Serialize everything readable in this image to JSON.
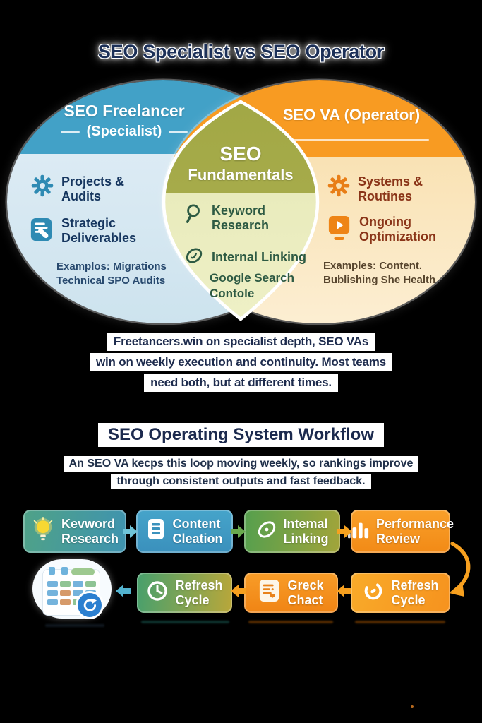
{
  "title": "SEO Specialist vs SEO Operator",
  "venn": {
    "left": {
      "title": "SEO Freelancer",
      "subtitle": "(Specialist)",
      "items": [
        {
          "icon": "gear-icon",
          "label": "Projects &\nAudits"
        },
        {
          "icon": "notes-pencil-icon",
          "label": "Strategic\nDeliverables"
        }
      ],
      "examples": "Examplos: Migrations\nTechnical SPO Audits",
      "header_color": "#42a1c7",
      "body_color": "#dcebf4",
      "text_color": "#16365f"
    },
    "center": {
      "title": "SEO",
      "subtitle": "Fundamentals",
      "items": [
        {
          "icon": "magnifier-icon",
          "label": "Keyword\nResearch"
        },
        {
          "icon": "link-icon",
          "label": "Internal Linking"
        }
      ],
      "note": "Google Search\nContole",
      "header_color": "#a5aa49",
      "body_color": "#e9ebbd",
      "text_color": "#2d5a43"
    },
    "right": {
      "title": "SEO VA (Operator)",
      "items": [
        {
          "icon": "gear-icon",
          "label": "Systems &\nRoutines"
        },
        {
          "icon": "monitor-play-icon",
          "label": "Ongoing\nOptimization"
        }
      ],
      "examples": "Examples: Content.\nBublishing She Health",
      "header_color": "#f89b22",
      "body_color": "#f9e2b4",
      "text_color": "#8a3418"
    }
  },
  "summary": {
    "lines": [
      "Freetancers.win on specialist depth, SEO VAs",
      "win on weekly execution and continuity. Most teams",
      "need both, but at different times."
    ]
  },
  "workflow": {
    "title": "SEO Operating System Workflow",
    "subtitle_lines": [
      "An SEO VA kecps this loop moving weekly, so rankings improve",
      "through consistent outputs and fast feedback."
    ],
    "row1": [
      {
        "icon": "lightbulb-icon",
        "label": "Kevword\nResearch",
        "color": "#4fa287"
      },
      {
        "icon": "document-icon",
        "label": "Content\nCleation",
        "color": "#3e9dc6"
      },
      {
        "icon": "paperclip-icon",
        "label": "Intemal\nLinking",
        "color": "#7aa244"
      },
      {
        "icon": "bar-chart-icon",
        "label": "Performance\nReview",
        "color": "#f6921e"
      }
    ],
    "row2": [
      {
        "icon": "clock-icon",
        "label": "Refresh\nCycle",
        "color": "#47a06d"
      },
      {
        "icon": "checklist-icon",
        "label": "Greck\nChact",
        "color": "#f08414"
      },
      {
        "icon": "refresh-icon",
        "label": "Refresh\nCycle",
        "color": "#f9a825"
      }
    ],
    "end_icon": "calendar-refresh-icon"
  }
}
